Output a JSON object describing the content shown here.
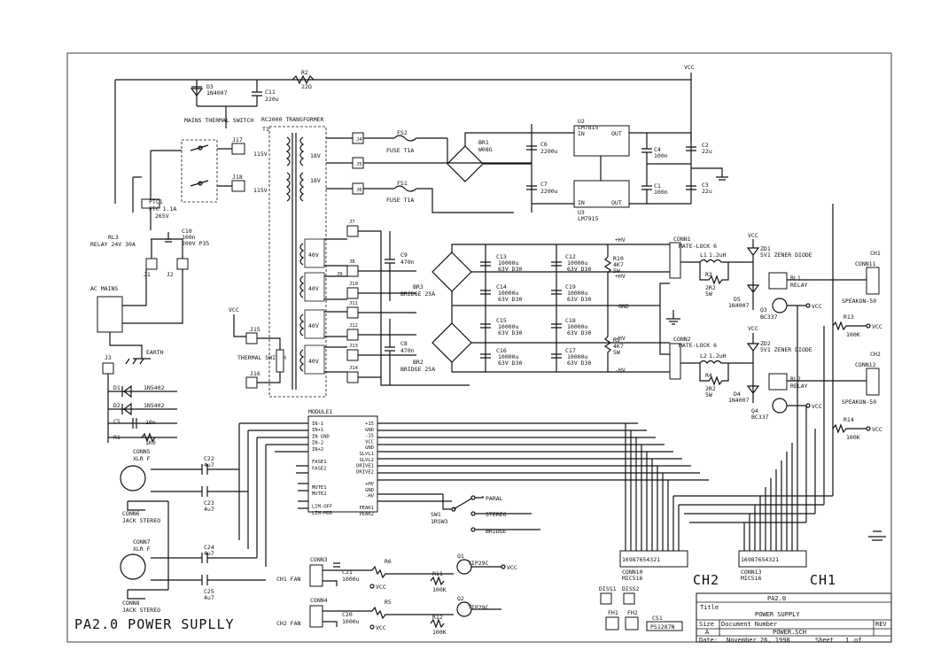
{
  "sheet": {
    "title": "PA2.0 POWER SUPLLY",
    "vcc_top": "VCC",
    "r2": "R2",
    "r2_val": "22Ω",
    "d3": "D3",
    "d3_val": "1N4007",
    "c11": "C11",
    "c11_val": "220u",
    "mains_switch": "MAINS THERMAL SWITCH",
    "transformer": "RC2000 TRANSFORMER",
    "t1": "T1",
    "j17": "J17",
    "j18": "J18",
    "v115a": "115V",
    "v115b": "115V",
    "v18a": "18V",
    "v18b": "18V",
    "v40": [
      "40V",
      "40V",
      "40V",
      "40V"
    ],
    "j4": "J4",
    "j5": "J5",
    "j6": "J6",
    "fs2": "FS2",
    "fs2_val": "FUSE T1A",
    "fs1": "FS1",
    "fs1_val": "FUSE T1A",
    "br1": "BR1",
    "br1_val": "W08G",
    "c6": "C6",
    "c6_val": "2200u",
    "c7": "C7",
    "c7_val": "2200u",
    "u2": "U2",
    "u2_val": "LM7815",
    "u3": "U3",
    "u3_val": "LM7915",
    "u_in": "IN",
    "u_out": "OUT",
    "c4": "C4",
    "c4_val": "100n",
    "c1": "C1",
    "c1_val": "100n",
    "c2": "C2",
    "c2_val": "22u",
    "c3": "C3",
    "c3_val": "22u",
    "ptc1": "PTC1",
    "ptc1_val": "PTC 1.1A",
    "ptc1_v": "265V",
    "c10": "C10",
    "c10_val": "100n",
    "c10_v": "200V P35",
    "rl3": "RL3",
    "rl3_val": "RELAY 24V 30A",
    "j1": "J1",
    "j2": "J2",
    "ac_mains": "AC MAINS",
    "earth": "EARTH",
    "j7": "J7",
    "j8": "J8",
    "j9": "J9",
    "j10": "J10",
    "j11": "J11",
    "j12": "J12",
    "j13": "J13",
    "j14": "J14",
    "c9": "C9",
    "c9_val": "470n",
    "c8": "C8",
    "c8_val": "470n",
    "br3": "BR3",
    "br3_val": "BRIDGE 25A",
    "br2": "BR2",
    "br2_val": "BRIDGE 25A",
    "caps_big": [
      {
        "ref": "C13",
        "val": "10000u",
        "v": "63V D30"
      },
      {
        "ref": "C12",
        "val": "10000u",
        "v": "63V D30"
      },
      {
        "ref": "C14",
        "val": "10000u",
        "v": "63V D30"
      },
      {
        "ref": "C19",
        "val": "10000u",
        "v": "63V D30"
      },
      {
        "ref": "C15",
        "val": "10000u",
        "v": "63V D30"
      },
      {
        "ref": "C18",
        "val": "10000u",
        "v": "63V D30"
      },
      {
        "ref": "C16",
        "val": "10000u",
        "v": "63V D30"
      },
      {
        "ref": "C17",
        "val": "10000u",
        "v": "63V D30"
      }
    ],
    "r10": "R10",
    "r10_val": "4K7",
    "r10_w": "5W",
    "r9": "R9",
    "r9_val": "4K7",
    "r9_w": "5W",
    "hv_pos": "+HV",
    "hv_neg": "-HV",
    "gnd": "GND",
    "conn1": "CONN1",
    "conn1_val": "MATE-LOCK 6",
    "conn2": "CONN2",
    "conn2_val": "MATE-LOCK 6",
    "vcc_zd1": "VCC",
    "zd1": "ZD1",
    "zd1_val": "5V1 ZENER DIODE",
    "vcc_zd2": "VCC",
    "zd2": "ZD2",
    "zd2_val": "5V1 ZENER DIODE",
    "l1": "L1",
    "l1_val": "1.2uH",
    "l2": "L2",
    "l2_val": "1.2uH",
    "r3": "R3",
    "r3_val": "2R2",
    "r3_w": "5W",
    "r4": "R4",
    "r4_val": "2R2",
    "r4_w": "5W",
    "d5": "D5",
    "d5_val": "1N4007",
    "d4": "D4",
    "d4_val": "1N4007",
    "rl1": "RL1",
    "rl1_val": "RELAY",
    "rl2": "RL2",
    "rl2_val": "RELAY",
    "q3": "Q3",
    "q3_val": "BC337",
    "q4": "Q4",
    "q4_val": "BC337",
    "vcc_q3": "VCC",
    "vcc_q4": "VCC",
    "ch1_conn": "CH1",
    "conn11": "CONN11",
    "speakon1": "SPEAKON-50",
    "ch2_conn": "CH2",
    "conn12": "CONN12",
    "speakon2": "SPEAKON-50",
    "r13": "R13",
    "r13_val": "100K",
    "r13_vcc": "VCC",
    "r14": "R14",
    "r14_val": "100K",
    "r14_vcc": "VCC",
    "vcc_left": "VCC",
    "j15": "J15",
    "j16": "J16",
    "thermal_switch": "THERMAL SWITCH",
    "d1": "D1",
    "d1_val": "1N5402",
    "d2": "D2",
    "d2_val": "1N5402",
    "c5": "C5",
    "c5_val": "10n",
    "r1": "R1",
    "r1_val": "1K0",
    "j3": "J3",
    "module": "MODULE1",
    "mod_left": [
      "IN-1",
      "IN+1",
      "IN GND",
      "IN-2",
      "IN+2",
      "",
      "FASE1",
      "FASE2",
      "",
      "",
      "MUTE1",
      "MUTE2",
      "",
      "LIM-OFF",
      "LIM-MOD"
    ],
    "mod_right": [
      "+15",
      "GND",
      "-15",
      "VCC",
      "GND",
      "SLVL1",
      "SLVL2",
      "DRIVE1",
      "DRIVE2",
      "",
      "+HV",
      "GND",
      "-HV",
      "",
      "PEAK1",
      "PEAK2"
    ],
    "conn5": "CONN5",
    "conn5_val": "XLR F",
    "conn6": "CONN6",
    "conn6_val": "JACK STEREO",
    "conn7": "CONN7",
    "conn7_val": "XLR F",
    "conn8": "CONN8",
    "conn8_val": "JACK STEREO",
    "c22": "C22",
    "c22_val": "4u7",
    "c23": "C23",
    "c23_val": "4u7",
    "c24": "C24",
    "c24_val": "4u7",
    "c25": "C25",
    "c25_val": "4u7",
    "sw1": "SW1",
    "sw1_val": "1RSW3",
    "sw_paral": "PARAL",
    "sw_stereo": "STEREO",
    "sw_bridge": "BRIDGE",
    "conn3": "CONN3",
    "conn4": "CONN4",
    "ch1_fan": "CH1 FAN",
    "ch2_fan": "CH2 FAN",
    "c21": "C21",
    "c21_val": "1000u",
    "c20": "C20",
    "c20_val": "1000u",
    "r6": "R6",
    "r5": "R5",
    "r11": "R11",
    "r11_val": "100K",
    "r12": "R12",
    "r12_val": "100K",
    "q1": "Q1",
    "q1_val": "TIP29C",
    "q2": "Q2",
    "q2_val": "TIP29C",
    "vcc_fan": "VCC",
    "conn10": "CONN10",
    "conn10_val": "MIC516",
    "conn13": "CONN13",
    "conn13_val": "MIC516",
    "ch2_label": "CH2",
    "ch1_label": "CH1",
    "conn_pins": "16987654321",
    "diss1": "DISS1",
    "diss2": "DISS2",
    "fh1": "FH1",
    "fh2": "FH2",
    "cs1": "CS1",
    "cs1_val": "PS1287N"
  },
  "title_block": {
    "title_label": "Title",
    "title": "POWER SUPPLY",
    "project": "PA2.0",
    "size_label": "Size",
    "docnum_label": "Document Number",
    "size": "A",
    "docnum": "POWER.SCH",
    "rev_label": "REV",
    "date_label": "Date:",
    "date": "November 26, 1998",
    "sheet_label": "Sheet",
    "sheet": "1",
    "of": "of"
  }
}
